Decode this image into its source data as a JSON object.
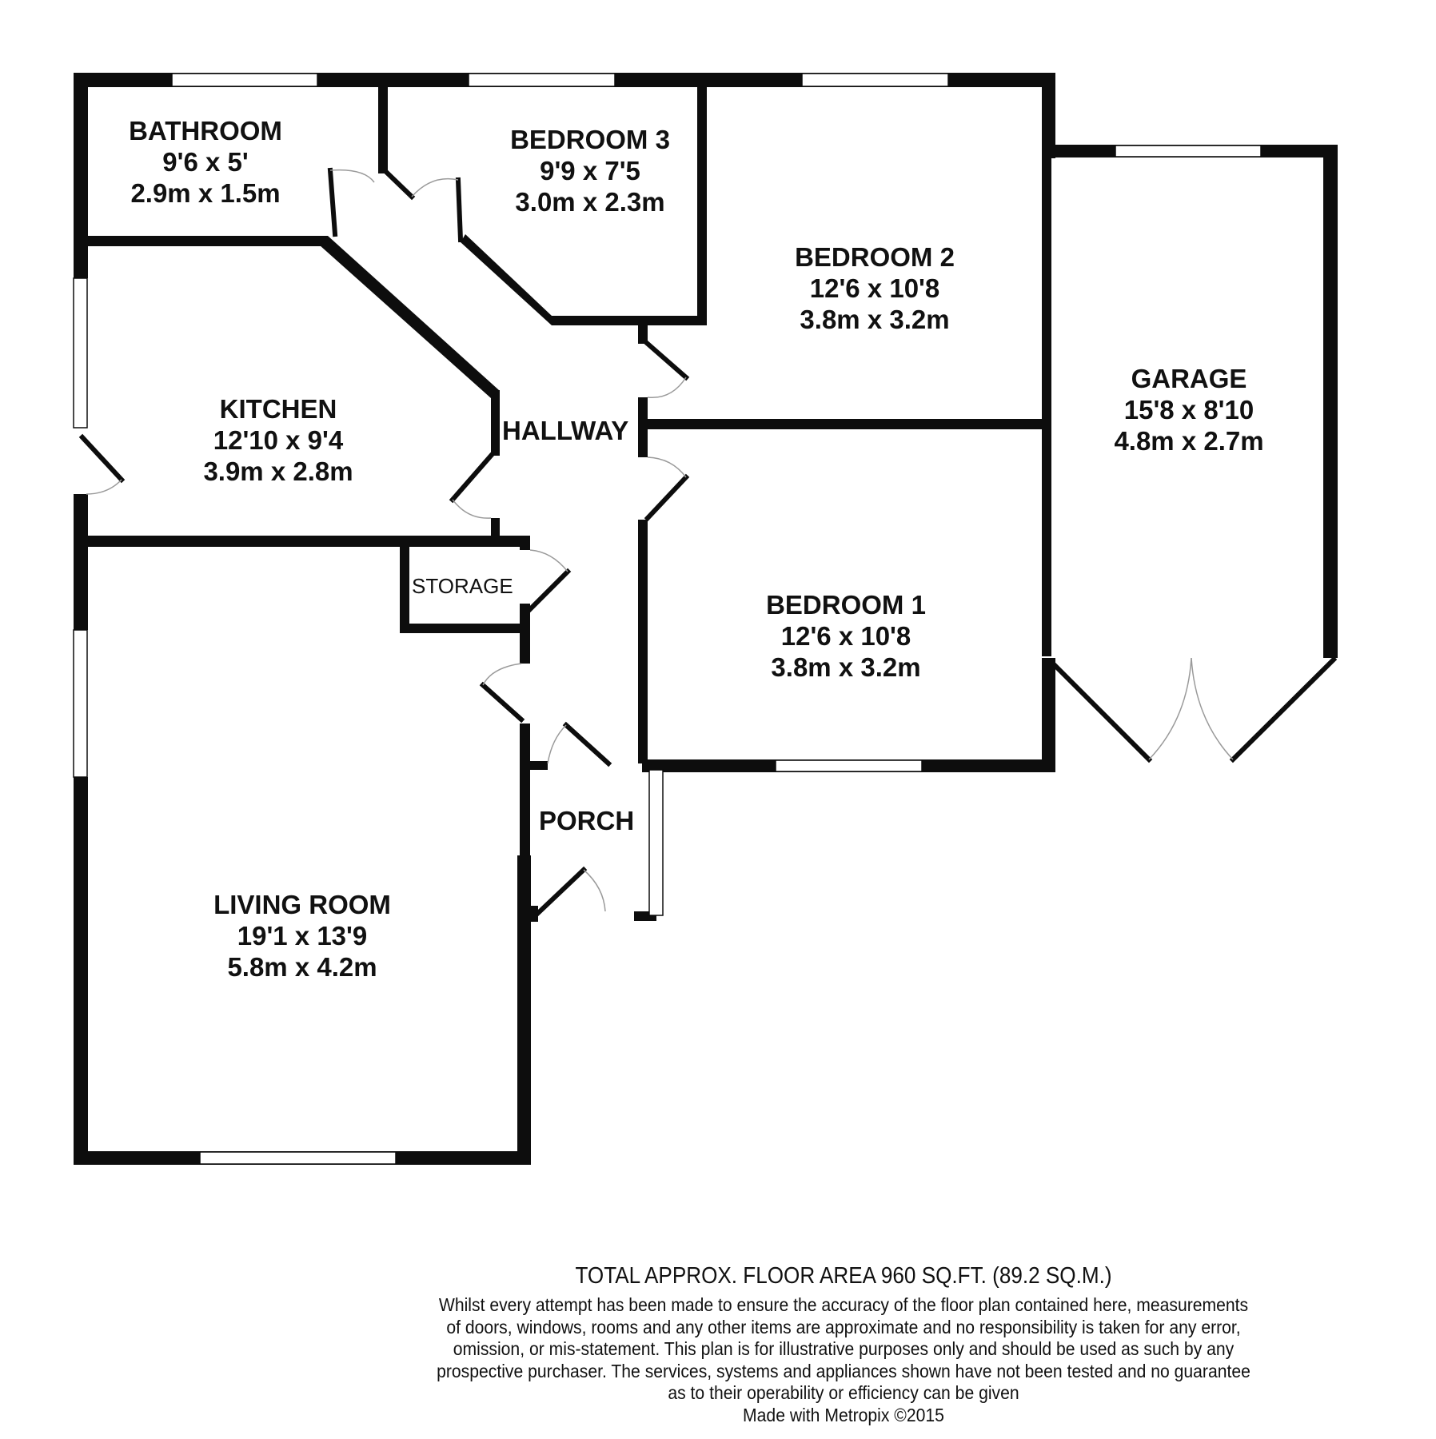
{
  "floorplan": {
    "rooms": [
      {
        "id": "bathroom",
        "name": "BATHROOM",
        "imperial": "9'6 x 5'",
        "metric": "2.9m x 1.5m"
      },
      {
        "id": "bedroom3",
        "name": "BEDROOM 3",
        "imperial": "9'9 x 7'5",
        "metric": "3.0m x 2.3m"
      },
      {
        "id": "bedroom2",
        "name": "BEDROOM 2",
        "imperial": "12'6 x 10'8",
        "metric": "3.8m x 3.2m"
      },
      {
        "id": "garage",
        "name": "GARAGE",
        "imperial": "15'8 x 8'10",
        "metric": "4.8m x 2.7m"
      },
      {
        "id": "kitchen",
        "name": "KITCHEN",
        "imperial": "12'10 x 9'4",
        "metric": "3.9m x 2.8m"
      },
      {
        "id": "bedroom1",
        "name": "BEDROOM 1",
        "imperial": "12'6 x 10'8",
        "metric": "3.8m x 3.2m"
      },
      {
        "id": "living",
        "name": "LIVING ROOM",
        "imperial": "19'1 x 13'9",
        "metric": "5.8m x 4.2m"
      }
    ],
    "hallway_label": "HALLWAY",
    "storage_label": "STORAGE",
    "porch_label": "PORCH"
  },
  "footer": {
    "total_area": "TOTAL APPROX. FLOOR AREA 960 SQ.FT. (89.2 SQ.M.)",
    "disclaimer_lines": [
      "Whilst every attempt has been made to ensure the accuracy of the floor plan contained here, measurements",
      "of doors, windows, rooms and any other items are approximate and no responsibility is taken for any error,",
      "omission, or mis-statement. This plan is for illustrative purposes only and should be used as such by any",
      "prospective purchaser. The services, systems and appliances shown have not been tested and no guarantee",
      "as to their operability or efficiency can be given"
    ],
    "credit": "Made with Metropix ©2015"
  },
  "colors": {
    "wall": "#0d0d0d",
    "door_arc": "#9a9a9a",
    "background": "#ffffff"
  }
}
